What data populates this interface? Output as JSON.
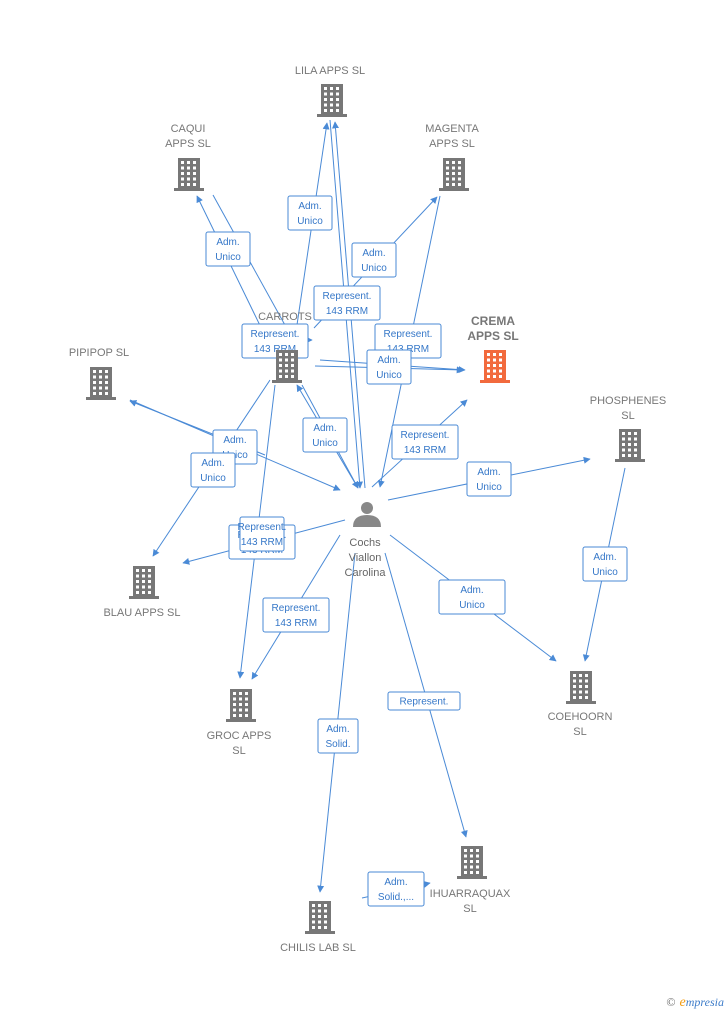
{
  "nodes": [
    {
      "id": "lila",
      "label": [
        "LILA APPS  SL"
      ],
      "type": "company"
    },
    {
      "id": "caqui",
      "label": [
        "CAQUI",
        "APPS  SL"
      ],
      "type": "company"
    },
    {
      "id": "magenta",
      "label": [
        "MAGENTA",
        "APPS  SL"
      ],
      "type": "company"
    },
    {
      "id": "crema",
      "label": [
        "CREMA",
        "APPS  SL"
      ],
      "type": "company-main"
    },
    {
      "id": "carrots",
      "label": [
        "CARROTS"
      ],
      "type": "company"
    },
    {
      "id": "pipipop",
      "label": [
        "PIPIPOP SL"
      ],
      "type": "company"
    },
    {
      "id": "phosphenes",
      "label": [
        "PHOSPHENES",
        "SL"
      ],
      "type": "company"
    },
    {
      "id": "blau",
      "label": [
        "BLAU APPS  SL"
      ],
      "type": "company"
    },
    {
      "id": "groc",
      "label": [
        "GROC APPS",
        "SL"
      ],
      "type": "company"
    },
    {
      "id": "coehoorn",
      "label": [
        "COEHOORN",
        "SL"
      ],
      "type": "company"
    },
    {
      "id": "ihuarraquax",
      "label": [
        "IHUARRAQUAX",
        "SL"
      ],
      "type": "company"
    },
    {
      "id": "chilis",
      "label": [
        "CHILIS LAB  SL"
      ],
      "type": "company"
    },
    {
      "id": "person",
      "label": [
        "Cochs",
        "Viallon",
        "Carolina"
      ],
      "type": "person"
    }
  ],
  "edges": [
    {
      "label": [
        "Adm.",
        "Unico"
      ]
    },
    {
      "label": [
        "Adm.",
        "Unico"
      ]
    },
    {
      "label": [
        "Adm.",
        "Unico"
      ]
    },
    {
      "label": [
        "Represent.",
        "143 RRM"
      ]
    },
    {
      "label": [
        "Represent.",
        "143 RRM"
      ]
    },
    {
      "label": [
        "Represent.",
        "143 RRM"
      ]
    },
    {
      "label": [
        "Adm.",
        "Unico"
      ]
    },
    {
      "label": [
        "Adm.",
        "Unico"
      ]
    },
    {
      "label": [
        "Represent.",
        "143 RRM"
      ]
    },
    {
      "label": [
        "Adm.",
        "Unico"
      ]
    },
    {
      "label": [
        "Adm.",
        "Unico"
      ]
    },
    {
      "label": [
        "Adm.",
        "Unico"
      ]
    },
    {
      "label": [
        "Adm.",
        "Unico"
      ]
    },
    {
      "label": [
        "Represent.",
        "143 RRM"
      ]
    },
    {
      "label": [
        "Represent.",
        "143 RRM"
      ]
    },
    {
      "label": [
        "Represent.",
        "143 RRM"
      ]
    },
    {
      "label": [
        "Adm.",
        "Unico"
      ]
    },
    {
      "label": [
        "Represent."
      ]
    },
    {
      "label": [
        "Adm.",
        "Solid."
      ]
    },
    {
      "label": [
        "Adm.",
        "Solid.,..."
      ]
    }
  ],
  "footer": {
    "copyright": "©",
    "brand": "mpresia",
    "brand_initial": "e"
  },
  "colors": {
    "edge": "#4a8ad6",
    "node": "#777777",
    "highlight": "#f26a3d"
  }
}
